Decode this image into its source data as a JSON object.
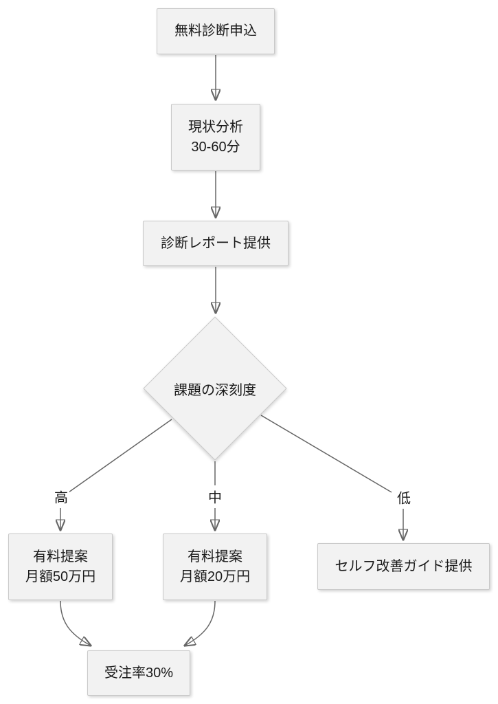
{
  "diagram_type": "flowchart",
  "direction": "top-down",
  "nodes": {
    "apply": {
      "label": "無料診断申込",
      "shape": "rect"
    },
    "analysis": {
      "line1": "現状分析",
      "line2": "30-60分",
      "shape": "rect"
    },
    "report": {
      "label": "診断レポート提供",
      "shape": "rect"
    },
    "decision": {
      "label": "課題の深刻度",
      "shape": "diamond"
    },
    "proposal_high": {
      "line1": "有料提案",
      "line2": "月額50万円",
      "shape": "rect"
    },
    "proposal_mid": {
      "line1": "有料提案",
      "line2": "月額20万円",
      "shape": "rect"
    },
    "self_guide": {
      "label": "セルフ改善ガイド提供",
      "shape": "rect"
    },
    "order_rate": {
      "label": "受注率30%",
      "shape": "rect"
    }
  },
  "edge_labels": {
    "high": "高",
    "mid": "中",
    "low": "低"
  },
  "edges": [
    {
      "from": "無料診断申込",
      "to": "現状分析 30-60分",
      "label": ""
    },
    {
      "from": "現状分析 30-60分",
      "to": "診断レポート提供",
      "label": ""
    },
    {
      "from": "診断レポート提供",
      "to": "課題の深刻度",
      "label": ""
    },
    {
      "from": "課題の深刻度",
      "to": "有料提案 月額50万円",
      "label": "高"
    },
    {
      "from": "課題の深刻度",
      "to": "有料提案 月額20万円",
      "label": "中"
    },
    {
      "from": "課題の深刻度",
      "to": "セルフ改善ガイド提供",
      "label": "低"
    },
    {
      "from": "有料提案 月額50万円",
      "to": "受注率30%",
      "label": ""
    },
    {
      "from": "有料提案 月額20万円",
      "to": "受注率30%",
      "label": ""
    }
  ],
  "colors": {
    "node_fill": "#f2f2f2",
    "node_border": "#c9c9c9",
    "edge": "#666666",
    "arrowhead": "#555555",
    "text": "#1a1a1a",
    "background": "#ffffff"
  }
}
